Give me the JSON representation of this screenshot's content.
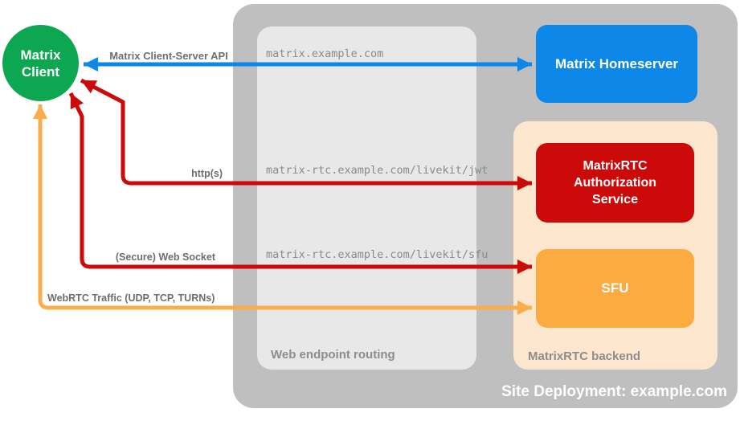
{
  "diagram": {
    "title": "Site Deployment: example.com"
  },
  "containers": {
    "site_deployment": {
      "label": "Site Deployment: example.com",
      "color": "#bfbfbf"
    },
    "web_endpoint_routing": {
      "label": "Web endpoint routing",
      "color": "#e8e8e8"
    },
    "matrixrtc_backend": {
      "label": "MatrixRTC backend",
      "color": "#fce6cd"
    }
  },
  "nodes": {
    "matrix_client": {
      "label": "Matrix Client",
      "color": "#0ca750"
    },
    "matrix_homeserver": {
      "label": "Matrix Homeserver",
      "color": "#0d87e8"
    },
    "matrixrtc_auth": {
      "label": "MatrixRTC Authorization Service",
      "color": "#cc0a0a"
    },
    "sfu": {
      "label": "SFU",
      "color": "#fcab40"
    }
  },
  "edges": [
    {
      "name": "matrix-client-server-api",
      "label": "Matrix Client-Server API",
      "endpoint": "matrix.example.com",
      "color": "#0d87e8",
      "from": "matrix_client",
      "to": "matrix_homeserver",
      "bidirectional": true
    },
    {
      "name": "https",
      "label": "http(s)",
      "endpoint": "matrix-rtc.example.com/livekit/jwt",
      "color": "#cc0a0a",
      "from": "matrix_client",
      "to": "matrixrtc_auth",
      "bidirectional": true
    },
    {
      "name": "secure-web-socket",
      "label": "(Secure) Web Socket",
      "endpoint": "matrix-rtc.example.com/livekit/sfu",
      "color": "#cc0a0a",
      "from": "matrix_client",
      "to": "sfu",
      "bidirectional": true
    },
    {
      "name": "webrtc-traffic",
      "label": "WebRTC Traffic (UDP, TCP, TURNs)",
      "endpoint": "",
      "color": "#fbad4c",
      "from": "matrix_client",
      "to": "sfu",
      "bidirectional": true
    }
  ]
}
